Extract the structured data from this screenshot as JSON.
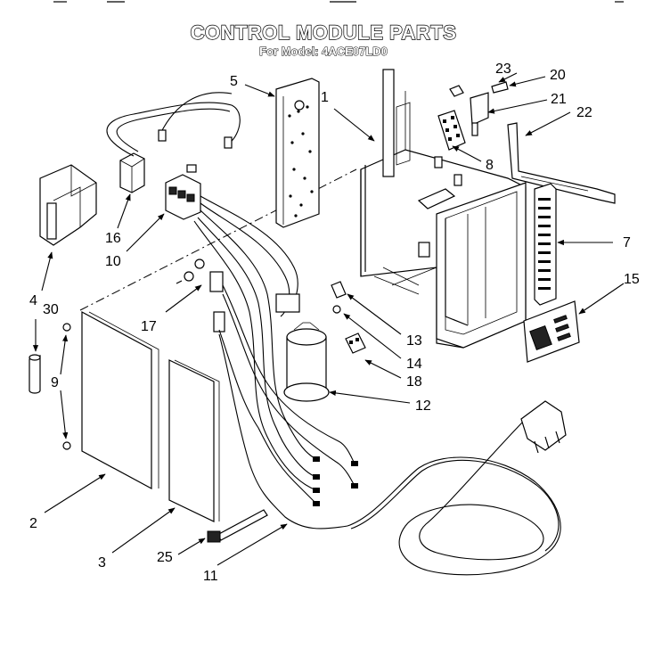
{
  "title": "CONTROL MODULE PARTS",
  "subtitle": "For Model: 4ACE07LD0",
  "callouts": {
    "c1": "1",
    "c2": "2",
    "c3": "3",
    "c4": "4",
    "c5": "5",
    "c7": "7",
    "c8": "8",
    "c9": "9",
    "c10": "10",
    "c11": "11",
    "c12": "12",
    "c13": "13",
    "c14": "14",
    "c15": "15",
    "c16": "16",
    "c17": "17",
    "c18": "18",
    "c20": "20",
    "c21": "21",
    "c22": "22",
    "c23": "23",
    "c25": "25",
    "c30": "30"
  }
}
